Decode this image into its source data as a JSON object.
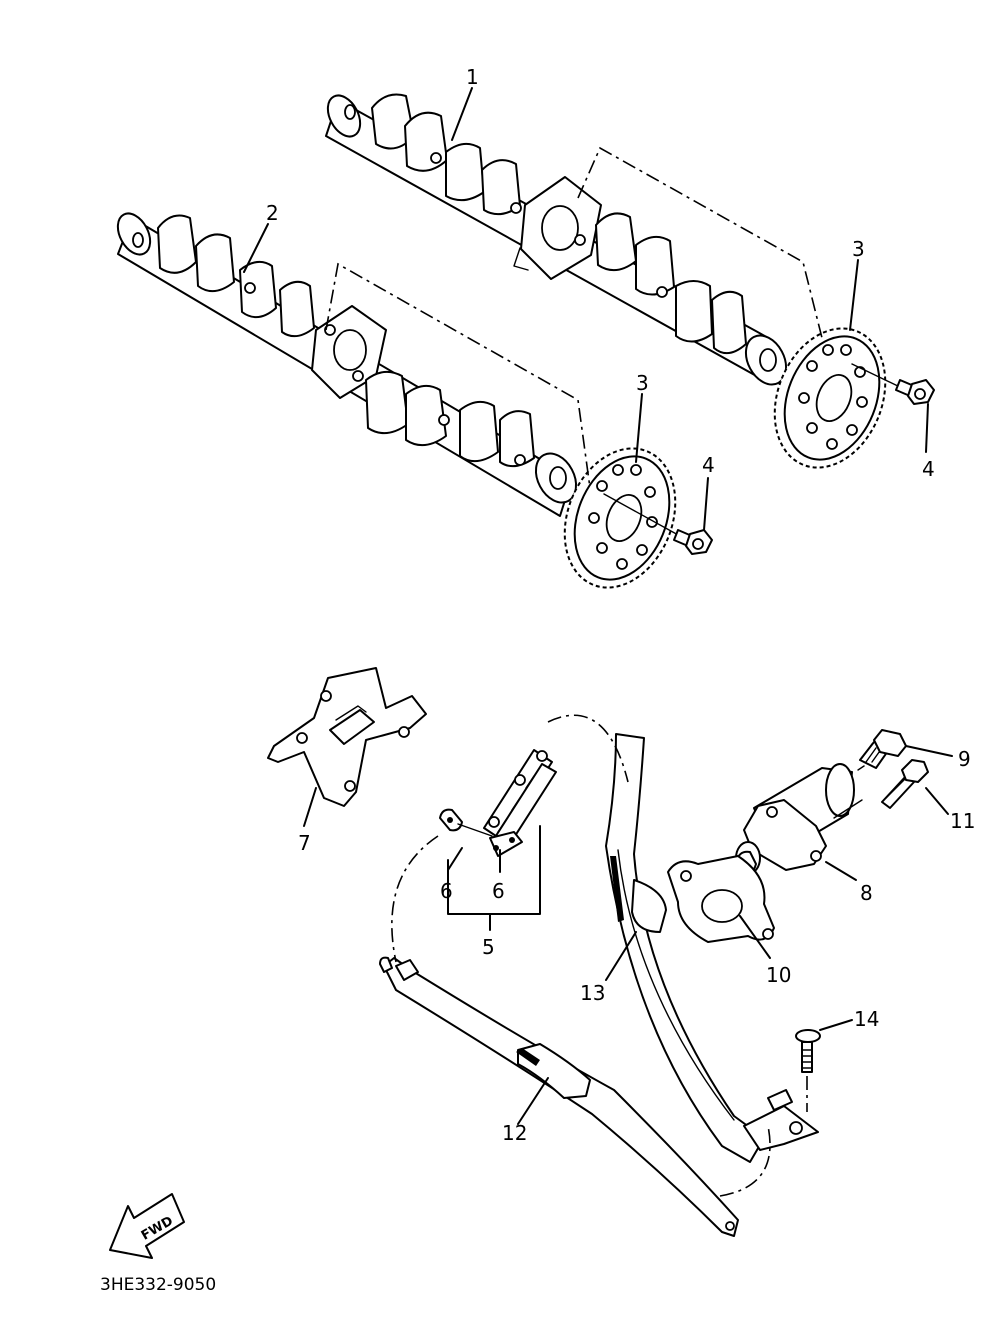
{
  "diagram": {
    "labels": [
      {
        "id": "cam-1",
        "text": "1"
      },
      {
        "id": "cam-2",
        "text": "2"
      },
      {
        "id": "sprocket-3a",
        "text": "3"
      },
      {
        "id": "sprocket-3b",
        "text": "3"
      },
      {
        "id": "bolt-4a",
        "text": "4"
      },
      {
        "id": "bolt-4b",
        "text": "4"
      },
      {
        "id": "chain-5",
        "text": "5"
      },
      {
        "id": "plate-6a",
        "text": "6"
      },
      {
        "id": "plate-6b",
        "text": "6"
      },
      {
        "id": "guide-7",
        "text": "7"
      },
      {
        "id": "tensioner-8",
        "text": "8"
      },
      {
        "id": "bolt-9",
        "text": "9"
      },
      {
        "id": "gasket-10",
        "text": "10"
      },
      {
        "id": "bolt-11",
        "text": "11"
      },
      {
        "id": "guide-12",
        "text": "12"
      },
      {
        "id": "guide-13",
        "text": "13"
      },
      {
        "id": "bolt-14",
        "text": "14"
      }
    ],
    "fwd_arrow": "FWD",
    "diagram_code": "3HE332-9050"
  }
}
